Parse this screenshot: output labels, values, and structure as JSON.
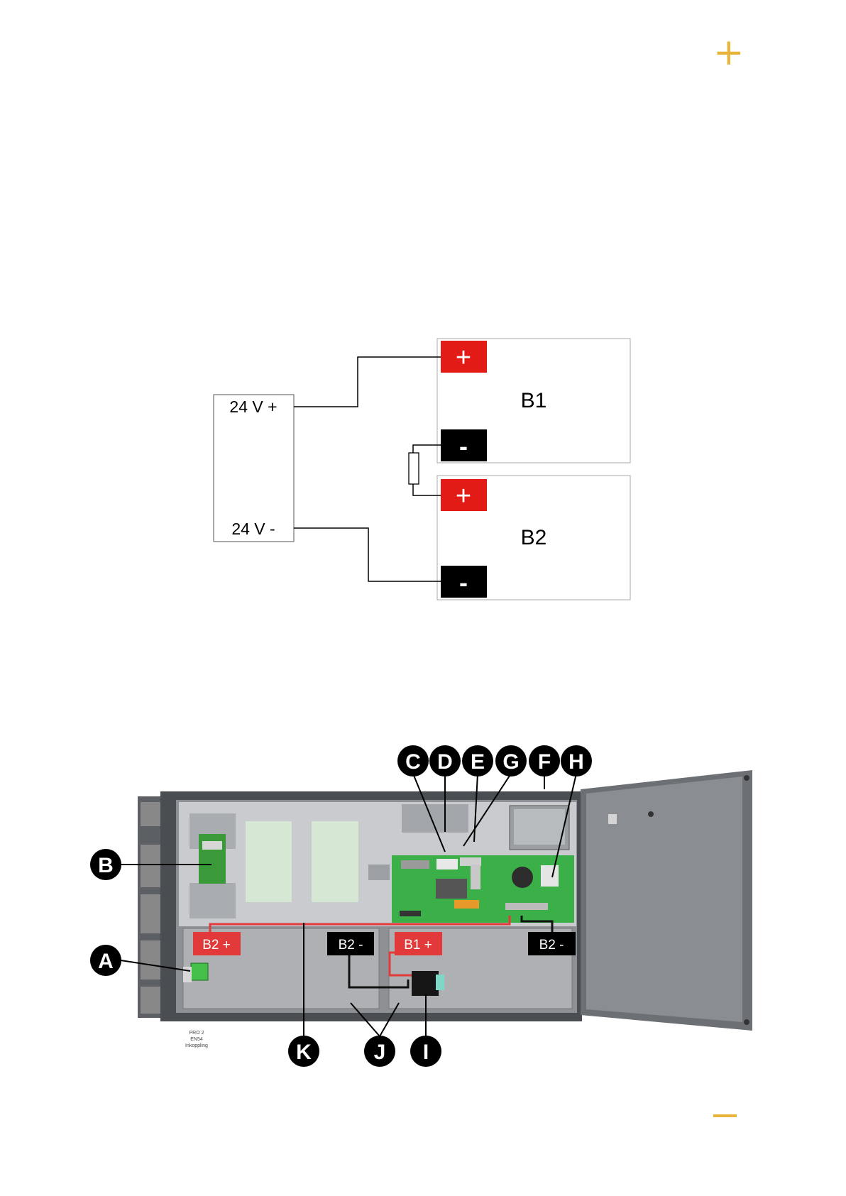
{
  "page": {
    "top_mark": "+",
    "accent_color": "#e8b53a"
  },
  "wiring": {
    "supply_plus": "24 V +",
    "supply_minus": "24 V -",
    "battery_1": "B1",
    "battery_2": "B2",
    "plus_symbol": "+",
    "minus_symbol": "-",
    "plus_color": "#e31b17",
    "minus_color": "#000000"
  },
  "cabinet": {
    "tags": {
      "b2_plus": "B2 +",
      "b2_minus_left": "B2 -",
      "b1_plus": "B1 +",
      "b2_minus_right": "B2 -"
    },
    "callouts": [
      "A",
      "B",
      "C",
      "D",
      "E",
      "G",
      "F",
      "H",
      "K",
      "J",
      "I"
    ],
    "sticker": {
      "line1": "PRO 2",
      "line2": "EN54",
      "line3": "Inkoppling"
    }
  }
}
